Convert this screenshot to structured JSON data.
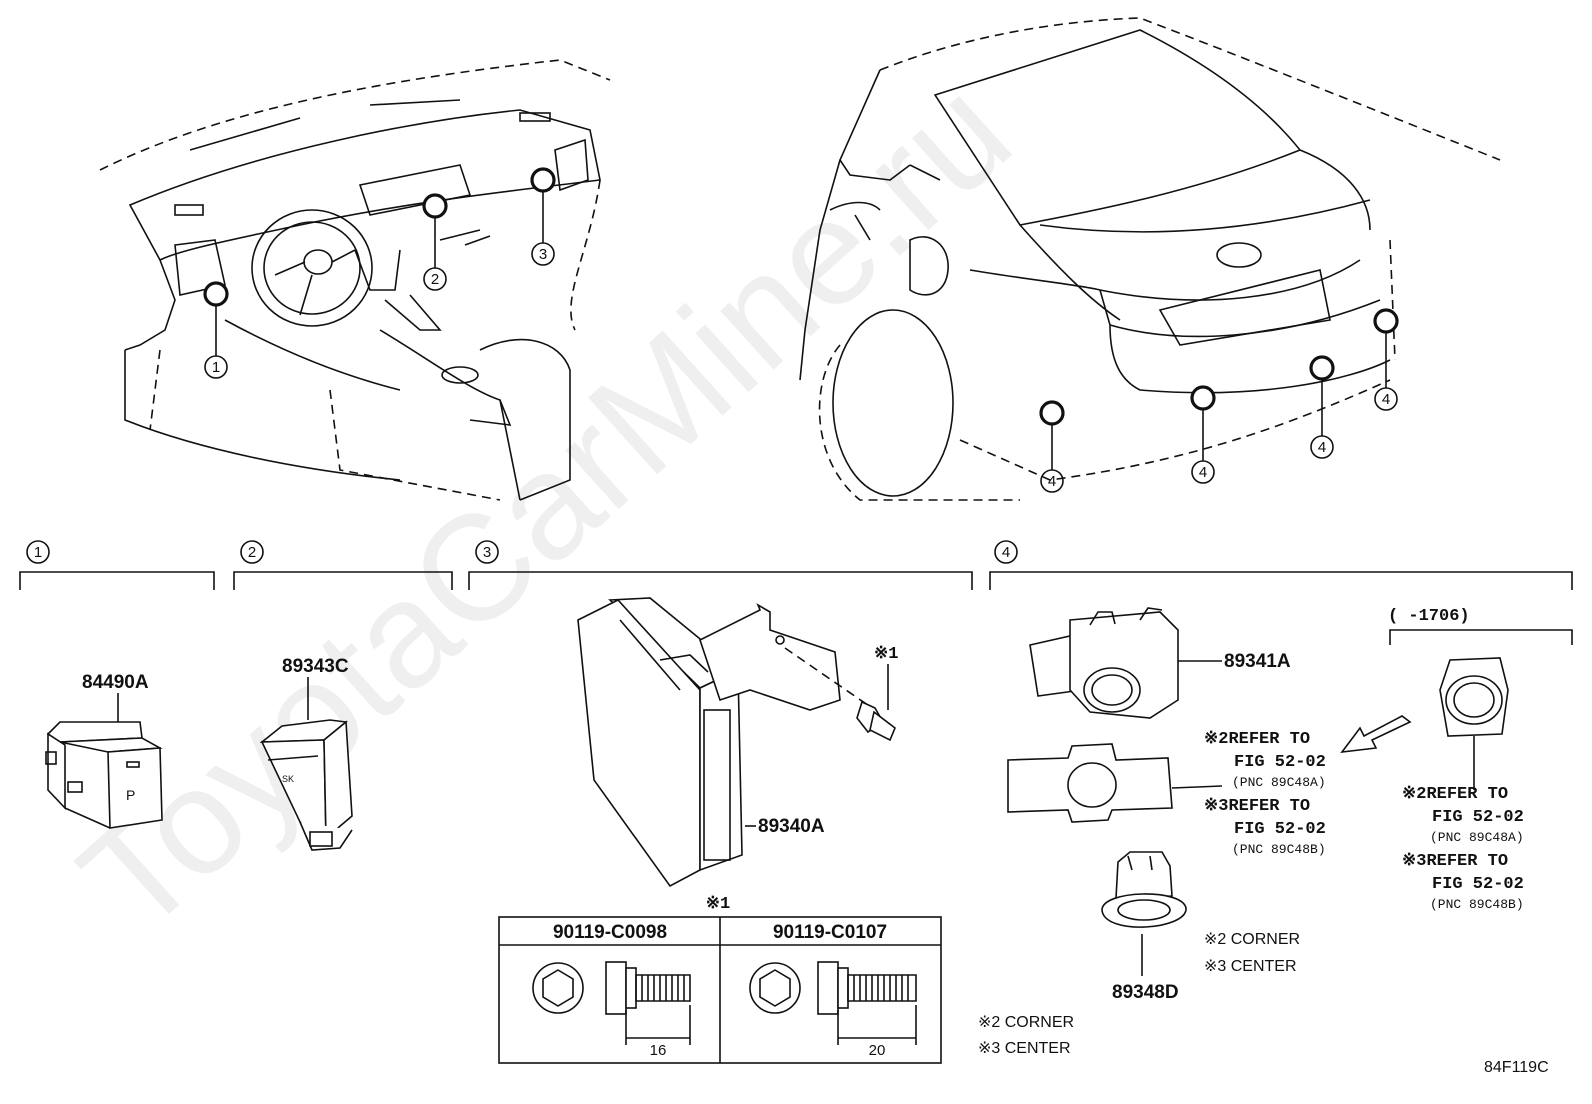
{
  "watermark": "ToyotaCarMine.ru",
  "diagram_code": "84F119C",
  "callouts": {
    "c1": "1",
    "c2": "2",
    "c3": "3",
    "c4": "4"
  },
  "parts": {
    "p84490A": "84490A",
    "p89343C": "89343C",
    "p89340A": "89340A",
    "p89341A": "89341A",
    "p89348D": "89348D"
  },
  "bolt_note": {
    "mark": "※1"
  },
  "bolt_table": {
    "mark": "※1",
    "col1": {
      "part": "90119-C0098",
      "length": "16"
    },
    "col2": {
      "part": "90119-C0107",
      "length": "20"
    }
  },
  "refer_center": {
    "l1": "※2REFER TO",
    "l2": "FIG 52-02",
    "l3": "(PNC 89C48A)",
    "l4": "※3REFER TO",
    "l5": "FIG 52-02",
    "l6": "(PNC 89C48B)"
  },
  "refer_right": {
    "range": "(      -1706)",
    "l1": "※2REFER TO",
    "l2": "FIG 52-02",
    "l3": "(PNC 89C48A)",
    "l4": "※3REFER TO",
    "l5": "FIG 52-02",
    "l6": "(PNC 89C48B)"
  },
  "legend_a": {
    "corner": "※2 CORNER",
    "center": "※3 CENTER"
  },
  "legend_b": {
    "corner": "※2 CORNER",
    "center": "※3 CENTER"
  }
}
